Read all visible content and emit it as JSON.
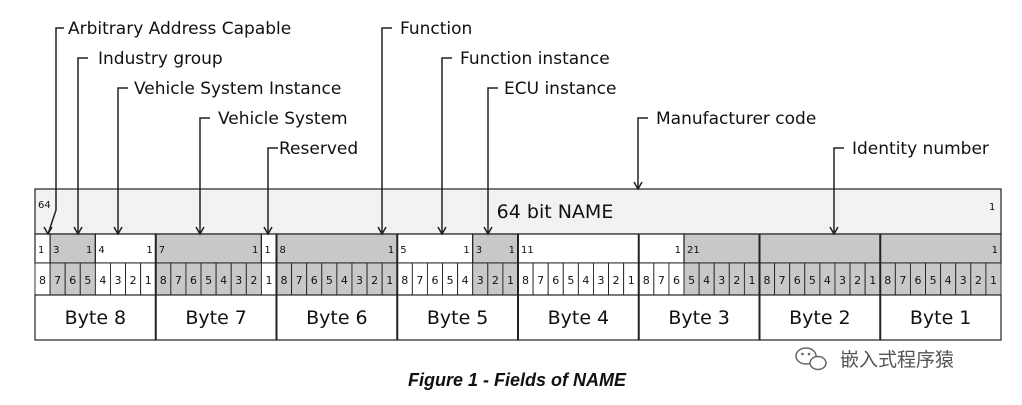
{
  "labels": {
    "arbitrary": "Arbitrary Address Capable",
    "industry": "Industry group",
    "vsi": "Vehicle System Instance",
    "vs": "Vehicle System",
    "reserved": "Reserved",
    "function": "Function",
    "function_instance": "Function instance",
    "ecu_instance": "ECU instance",
    "manufacturer": "Manufacturer code",
    "identity": "Identity number"
  },
  "name_row": {
    "left": "64",
    "title": "64 bit NAME",
    "right": "1"
  },
  "field_ranges": [
    {
      "name": "arbitrary",
      "hi": "1",
      "lo": "",
      "shaded": false
    },
    {
      "name": "industry",
      "hi": "3",
      "lo": "1",
      "shaded": true
    },
    {
      "name": "vsi",
      "hi": "4",
      "lo": "1",
      "shaded": false
    },
    {
      "name": "vs",
      "hi": "7",
      "lo": "1",
      "shaded": true
    },
    {
      "name": "reserved",
      "hi": "1",
      "lo": "",
      "shaded": false
    },
    {
      "name": "function",
      "hi": "8",
      "lo": "1",
      "shaded": true
    },
    {
      "name": "function_instance",
      "hi": "5",
      "lo": "1",
      "shaded": false
    },
    {
      "name": "ecu_instance",
      "hi": "3",
      "lo": "1",
      "shaded": true
    },
    {
      "name": "manufacturer",
      "hi": "11",
      "lo": "1",
      "shaded": false
    },
    {
      "name": "identity",
      "hi": "21",
      "lo": "1",
      "shaded": true
    }
  ],
  "field_widths_bits": [
    1,
    3,
    4,
    7,
    1,
    8,
    5,
    3,
    11,
    21
  ],
  "bit_numbers": [
    "8",
    "7",
    "6",
    "5",
    "4",
    "3",
    "2",
    "1"
  ],
  "bytes": [
    "Byte 8",
    "Byte 7",
    "Byte 6",
    "Byte 5",
    "Byte 4",
    "Byte 3",
    "Byte 2",
    "Byte 1"
  ],
  "caption": "Figure 1 - Fields of NAME",
  "watermark": "嵌入式程序猿",
  "colors": {
    "shade": "#c8c8c8",
    "light": "#f2f2f2",
    "line": "#222222"
  }
}
